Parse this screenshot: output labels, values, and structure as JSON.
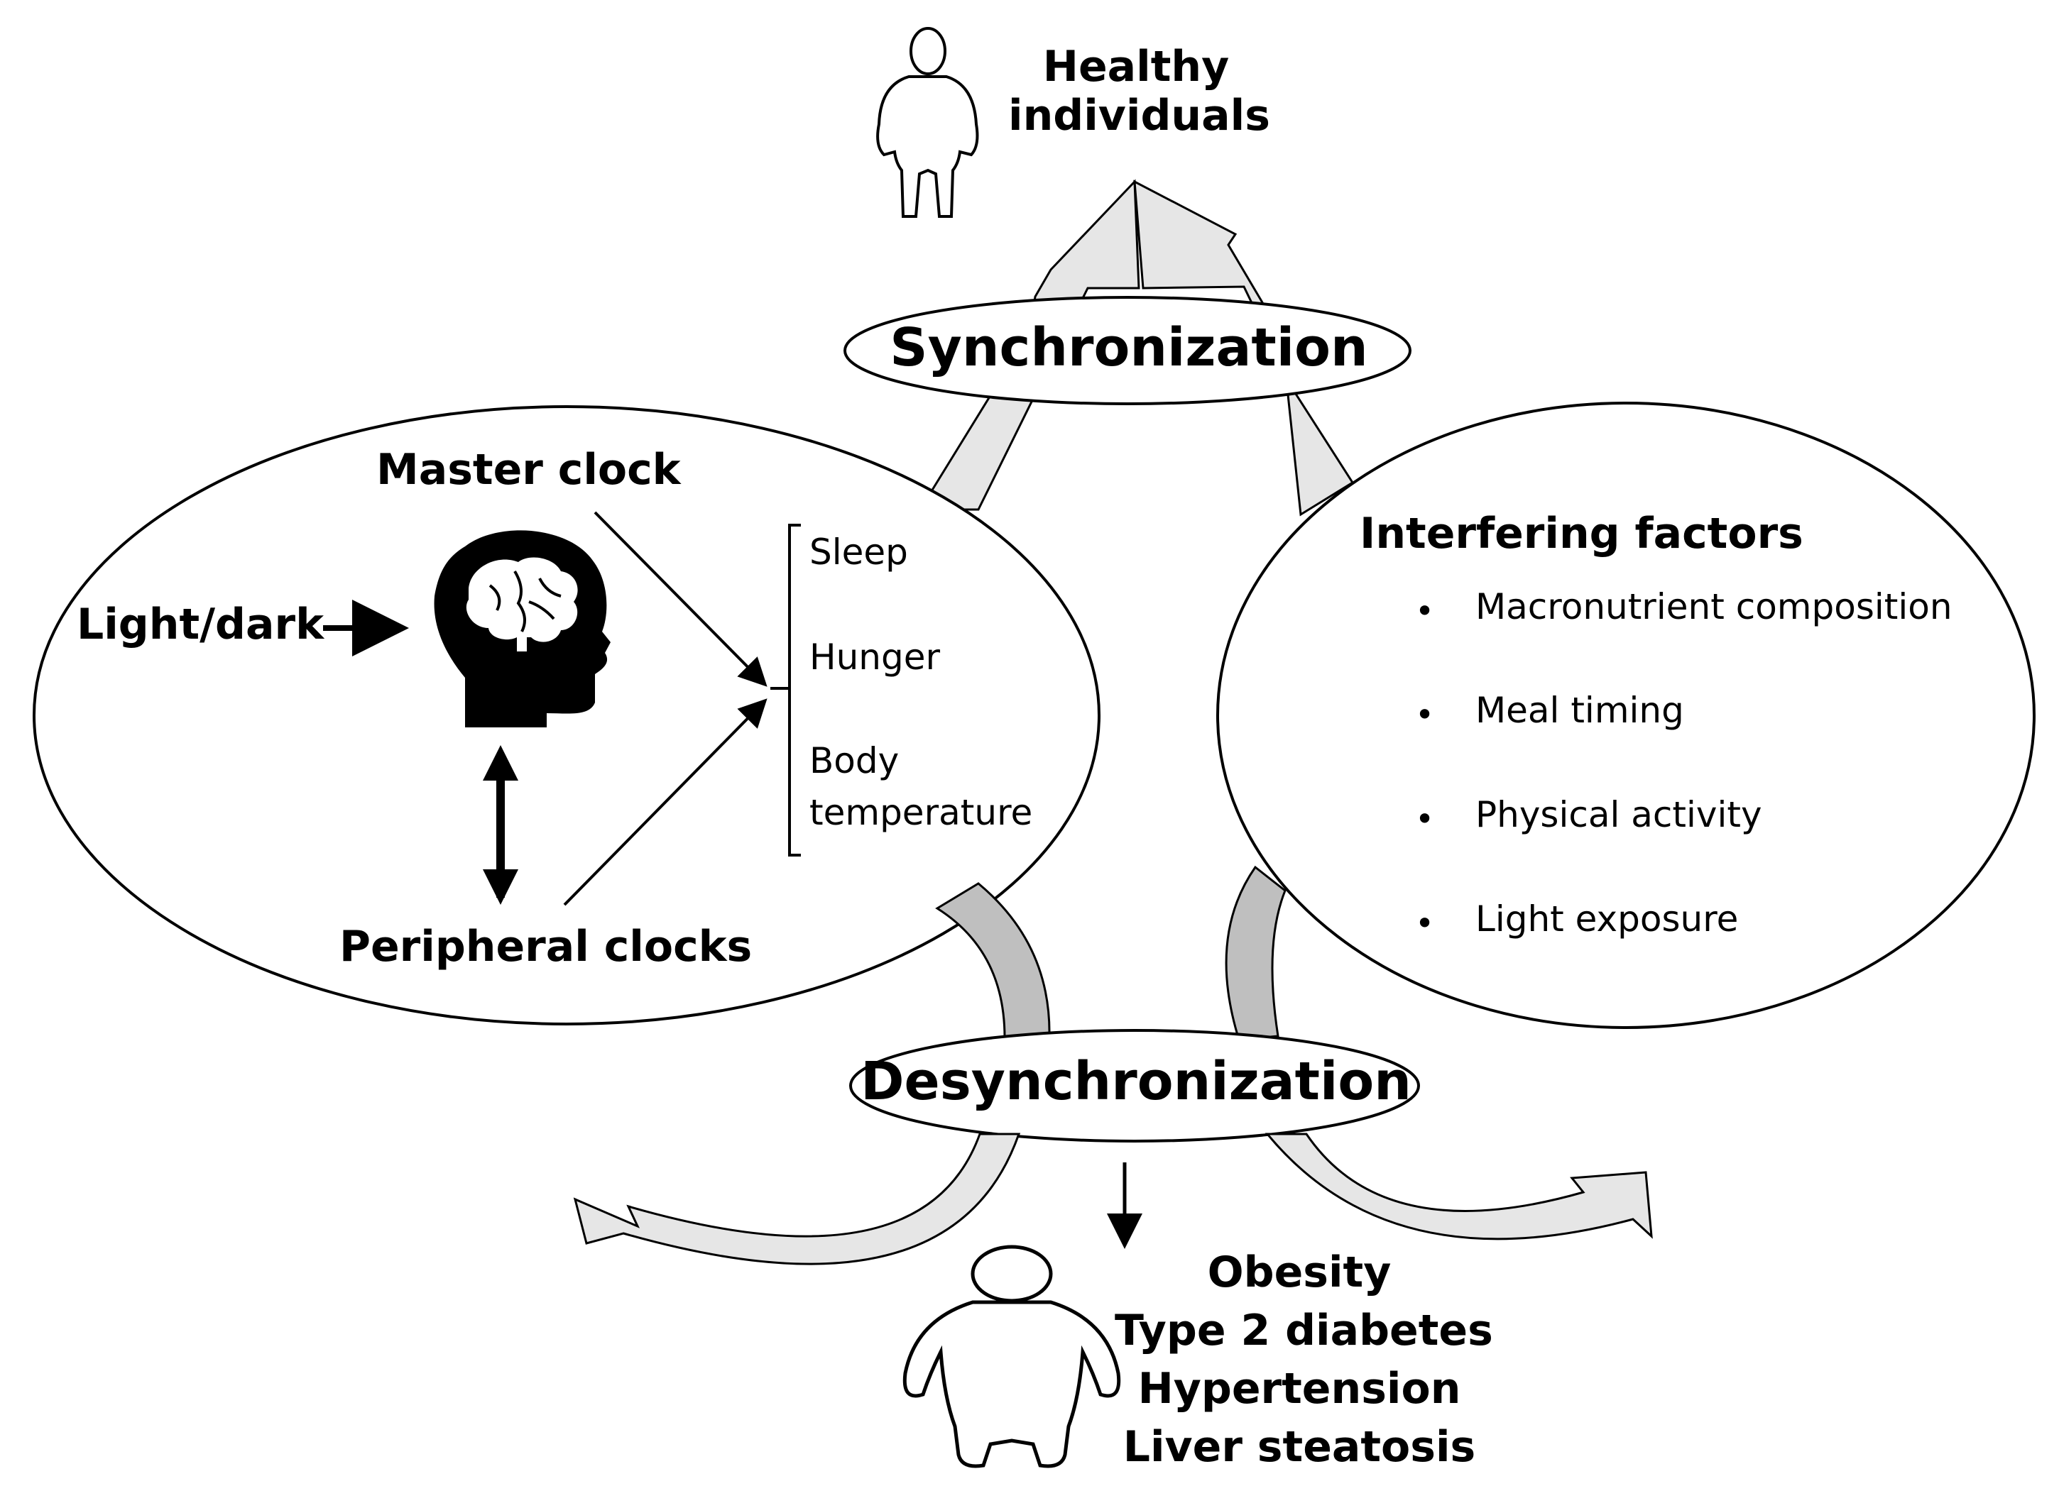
{
  "healthy": {
    "line1": "Healthy",
    "line2": "individuals"
  },
  "sync_label": "Synchronization",
  "desync_label": "Desynchronization",
  "left_circle": {
    "master_clock": "Master clock",
    "light_dark": "Light/dark",
    "peripheral_clocks": "Peripheral clocks",
    "outputs": [
      "Sleep",
      "Hunger",
      "Body",
      "temperature"
    ]
  },
  "right_circle": {
    "title": "Interfering factors",
    "bullet_char": "•",
    "factors": [
      "Macronutrient composition",
      "Meal timing",
      "Physical activity",
      "Light exposure"
    ]
  },
  "outcomes": [
    "Obesity",
    "Type 2 diabetes",
    "Hypertension",
    "Liver steatosis"
  ],
  "icons": [
    "person-slim-icon",
    "brain-head-icon",
    "person-obese-icon"
  ],
  "colors": {
    "arrow_light": "#e6e6e6",
    "arrow_dark": "#c0c0c0",
    "stroke": "#000000"
  }
}
